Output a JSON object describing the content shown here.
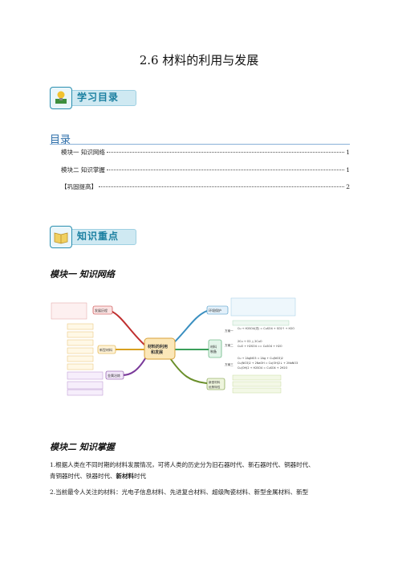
{
  "page_title": "2.6  材料的利用与发展",
  "banners": {
    "study_toc": "学习目录",
    "key_knowledge": "知识重点"
  },
  "toc": {
    "heading": "目录",
    "entries": [
      {
        "label": "模块一  知识网络",
        "page": "1"
      },
      {
        "label": "模块二  知识掌握",
        "page": "1"
      },
      {
        "label": "【巩固提高】",
        "page": "2"
      }
    ]
  },
  "module1": {
    "heading": "模块一  知识网络"
  },
  "mindmap": {
    "center": "材料的利用和发展",
    "branches": {
      "env": "环境保护",
      "dev": "发展历程",
      "new_mat": "新型材料",
      "metal": "金属冶炼",
      "bottom": "新型材料优势特性",
      "right": "材料制备"
    },
    "formulas": [
      "Cu + H2SO4(浓) = CuSO4 + SO2↑ + H2O",
      "2Cu + O2 △ 2CuO",
      "CuO + H2SO4 == CuSO4 + H2O",
      "Cu + 2AgNO3 = 2Ag + Cu(NO3)2",
      "Cu(NO3)2 + 2NaOH = Cu(OH)2↓ + 2NaNO3",
      "Cu(OH)2 + H2SO4 = CuSO4 + 2H2O"
    ],
    "plans": [
      "方案一",
      "方案二",
      "方案三"
    ]
  },
  "module2": {
    "heading": "模块二  知识掌握",
    "p1_a": "1.根据人类在不同时期的材料发展情况，可将人类的历史分为旧石器时代、新石器时代、铜器时代、",
    "p1_b": "青铜器时代、铁器时代、",
    "p1_b_bold": "新材料",
    "p1_b_end": "时代",
    "p2": "2.当前最令人关注的材料：光电子信息材料、先进复合材料、超级陶瓷材料、新型金属材料、新型"
  }
}
